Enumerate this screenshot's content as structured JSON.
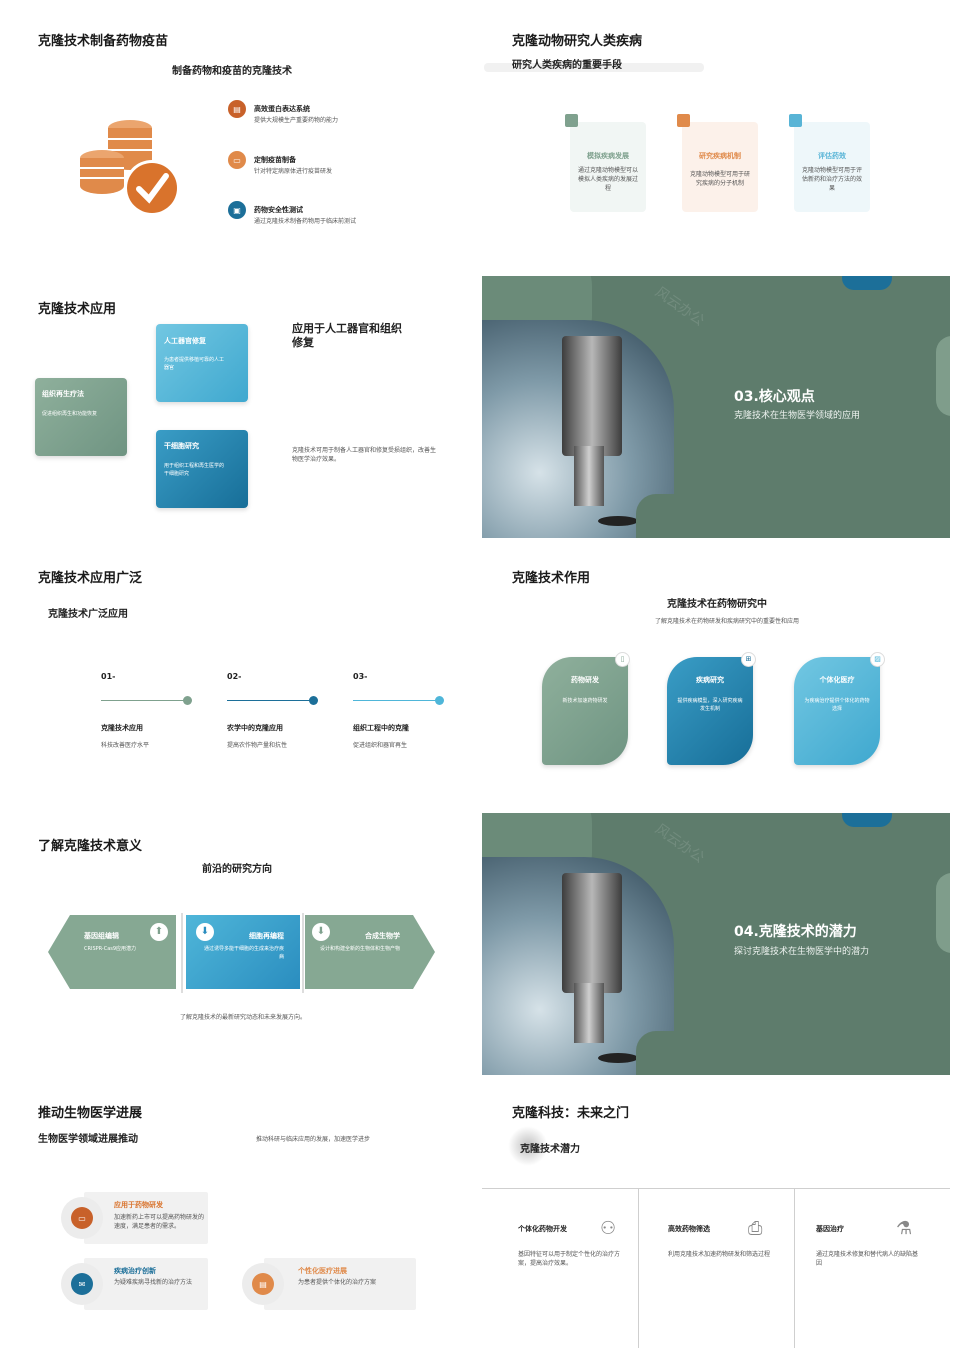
{
  "s1": {
    "title": "克隆技术制备药物疫苗",
    "subtitle": "制备药物和疫苗的克隆技术",
    "items": [
      {
        "title": "高效蛋白表达系统",
        "desc": "提供大规模生产重要药物的能力"
      },
      {
        "title": "定制疫苗制备",
        "desc": "针对特定病原体进行疫苗研发"
      },
      {
        "title": "药物安全性测试",
        "desc": "通过克隆技术制备药物用于临床前测试"
      }
    ]
  },
  "s2": {
    "title": "克隆动物研究人类疾病",
    "subtitle": "研究人类疾病的重要手段",
    "cards": [
      {
        "title": "模拟疾病发展",
        "desc": "通过克隆动物模型可以模拟人类疾病的发展过程",
        "color": "#7fa18e"
      },
      {
        "title": "研究疾病机制",
        "desc": "克隆动物模型可用于研究疾病的分子机制",
        "color": "#e08a4a"
      },
      {
        "title": "评估药效",
        "desc": "克隆动物模型可用于评估新药和治疗方法的效果",
        "color": "#58b4d6"
      }
    ]
  },
  "s3": {
    "title": "克隆技术应用",
    "heading": "应用于人工器官和组织修复",
    "desc": "克隆技术可用于制备人工器官和修复受损组织，改善生物医学治疗效果。",
    "cards": [
      {
        "title": "人工器官修复",
        "desc": "为患者提供移植可靠的人工器官"
      },
      {
        "title": "组织再生疗法",
        "desc": "促进组织再生和功能恢复"
      },
      {
        "title": "干细胞研究",
        "desc": "用于组织工程和再生医学的干细胞研究"
      }
    ]
  },
  "s4": {
    "watermark": "风云办公",
    "title": "03.核心观点",
    "subtitle": "克隆技术在生物医学领域的应用"
  },
  "s5": {
    "title": "克隆技术应用广泛",
    "subtitle": "克隆技术广泛应用",
    "steps": [
      {
        "num": "01-",
        "title": "克隆技术应用",
        "desc": "科技改善医疗水平",
        "color": "#7fa18e"
      },
      {
        "num": "02-",
        "title": "农学中的克隆应用",
        "desc": "提高农作物产量和抗性",
        "color": "#1c6f99"
      },
      {
        "num": "03-",
        "title": "组织工程中的克隆",
        "desc": "促进组织和器官再生",
        "color": "#4fb6d9"
      }
    ]
  },
  "s6": {
    "title": "克隆技术作用",
    "heading": "克隆技术在药物研究中",
    "desc": "了解克隆技术在药物研发和疾病研究中的重要性和应用",
    "cards": [
      {
        "title": "药物研发",
        "desc": "新技术加速药物研发"
      },
      {
        "title": "疾病研究",
        "desc": "提供疾病模型，深入研究疾病发生机制"
      },
      {
        "title": "个体化医疗",
        "desc": "为疾病治疗提供个体化的药物选择"
      }
    ]
  },
  "s7": {
    "title": "了解克隆技术意义",
    "heading": "前沿的研究方向",
    "desc": "了解克隆技术的最新研究动态和未来发展方向。",
    "cards": [
      {
        "title": "基因组编辑",
        "desc": "CRISPR-Cas9应用潜力"
      },
      {
        "title": "细胞再编程",
        "desc": "通过诱导多能干细胞的生成来治疗疾病"
      },
      {
        "title": "合成生物学",
        "desc": "设计和构建全新的生物体和生物产物"
      }
    ]
  },
  "s8": {
    "watermark": "风云办公",
    "title": "04.克隆技术的潜力",
    "subtitle": "探讨克隆技术在生物医学中的潜力"
  },
  "s9": {
    "title": "推动生物医学进展",
    "subtitle": "生物医学领域进展推动",
    "note": "推动科研与临床应用的发展，加速医学进步",
    "items": [
      {
        "title": "应用于药物研发",
        "desc": "加速新药上市可以提高药物研发的速度，满足患者的需求。"
      },
      {
        "title": "疾病治疗创新",
        "desc": "为疑难疾病寻找新的治疗方法"
      },
      {
        "title": "个性化医疗进展",
        "desc": "为患者提供个体化的治疗方案"
      }
    ]
  },
  "s10": {
    "title": "克隆科技：未来之门",
    "subtitle": "克隆技术潜力",
    "cols": [
      {
        "title": "个体化药物开发",
        "desc": "基因特征可以用于制定个性化的治疗方案，提高治疗效果。"
      },
      {
        "title": "高效药物筛选",
        "desc": "利用克隆技术加速药物研发和筛选过程"
      },
      {
        "title": "基因治疗",
        "desc": "通过克隆技术修复和替代病人的缺陷基因"
      }
    ]
  }
}
